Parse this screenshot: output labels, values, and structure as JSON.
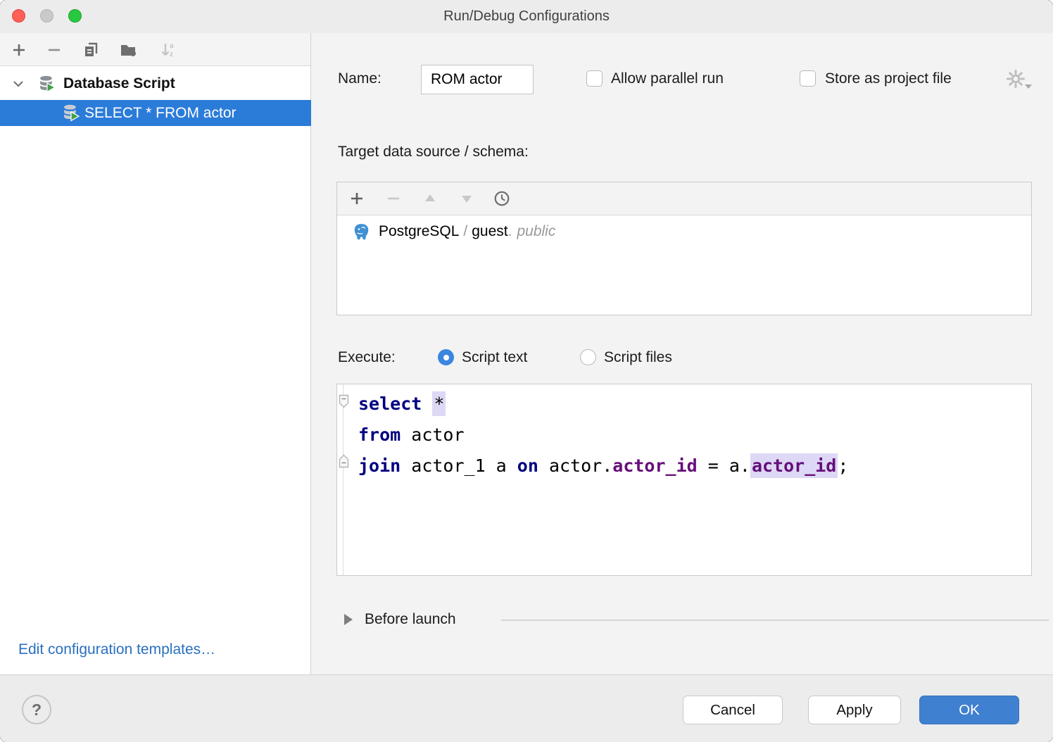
{
  "colors": {
    "selection_blue": "#2b7cd9",
    "link_blue": "#2a70c0",
    "ok_button_blue": "#4080d0",
    "keyword_navy": "#000080",
    "identifier_purple": "#660e7a",
    "usage_highlight_lavender": "#dcd8f5",
    "postgres_icon_blue": "#3f90d4",
    "run_overlay_green": "#43a047",
    "traffic_red": "#ff5f57",
    "traffic_gray": "#c9c9c9",
    "traffic_green": "#28c840"
  },
  "titlebar": {
    "title": "Run/Debug Configurations"
  },
  "sidebar": {
    "toolbar_icons": [
      "add-icon",
      "remove-icon",
      "copy-icon",
      "new-folder-icon",
      "sort-alphabetically-icon"
    ],
    "tree": {
      "root_label": "Database Script",
      "selected_label": "SELECT * FROM actor"
    },
    "edit_templates_link": "Edit configuration templates…"
  },
  "form": {
    "name_label": "Name:",
    "name_value": "ROM actor",
    "allow_parallel_label": "Allow parallel run",
    "store_project_label": "Store as project file",
    "target_label": "Target data source / schema:",
    "datasource_toolbar_icons": [
      "add-icon",
      "remove-icon",
      "move-up-icon",
      "move-down-icon",
      "history-clock-icon"
    ],
    "datasource_row": {
      "engine": "PostgreSQL",
      "separator": "/",
      "database": "guest",
      "dot": ".",
      "schema": "public"
    },
    "execute_label": "Execute:",
    "script_text_label": "Script text",
    "script_files_label": "Script files",
    "before_launch_label": "Before launch"
  },
  "editor": {
    "lines": [
      [
        {
          "t": "select",
          "c": "kw"
        },
        {
          "t": " ",
          "c": ""
        },
        {
          "t": "*",
          "c": "hl"
        }
      ],
      [
        {
          "t": "from",
          "c": "kw"
        },
        {
          "t": " actor",
          "c": ""
        }
      ],
      [
        {
          "t": "join",
          "c": "kw"
        },
        {
          "t": " actor_1 a ",
          "c": ""
        },
        {
          "t": "on",
          "c": "kw"
        },
        {
          "t": " actor.",
          "c": ""
        },
        {
          "t": "actor_id",
          "c": "col"
        },
        {
          "t": " = a.",
          "c": ""
        },
        {
          "t": "actor_id",
          "c": "col hl"
        },
        {
          "t": ";",
          "c": ""
        }
      ]
    ]
  },
  "footer": {
    "help": "?",
    "cancel": "Cancel",
    "apply": "Apply",
    "ok": "OK"
  }
}
